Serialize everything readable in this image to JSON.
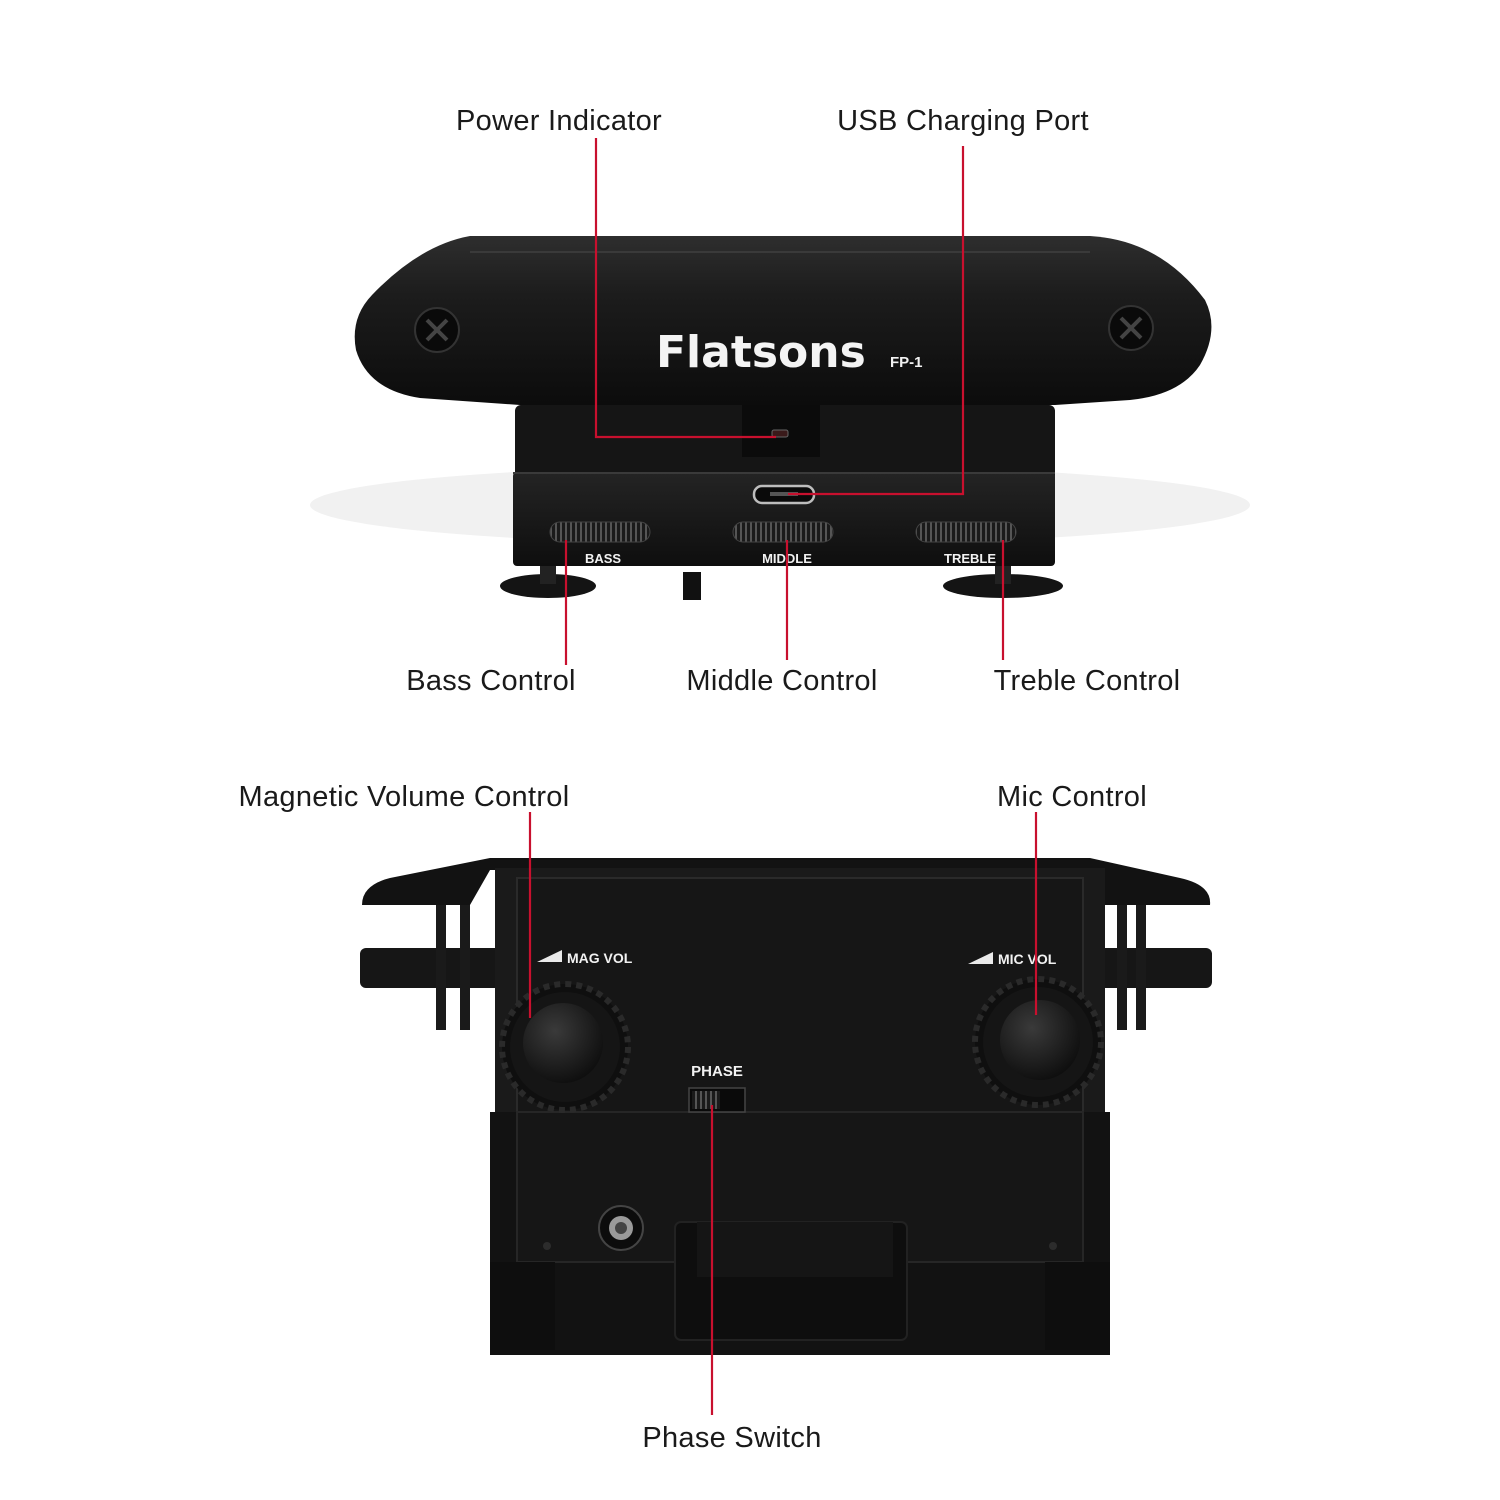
{
  "callouts": {
    "power_indicator": "Power Indicator",
    "usb_charging_port": "USB Charging Port",
    "bass_control": "Bass Control",
    "middle_control": "Middle Control",
    "treble_control": "Treble Control",
    "magnetic_volume_control": "Magnetic Volume Control",
    "mic_control": "Mic Control",
    "phase_switch": "Phase Switch"
  },
  "device_print": {
    "brand": "Flatsons",
    "model": "FP-1",
    "bass": "BASS",
    "middle": "MIDDLE",
    "treble": "TREBLE",
    "mag_vol": "MAG  VOL",
    "mic_vol": "MIC  VOL",
    "phase": "PHASE"
  },
  "colors": {
    "leader_line": "#c8102e",
    "device_body": "#161616",
    "print": "#f2f2f2"
  }
}
